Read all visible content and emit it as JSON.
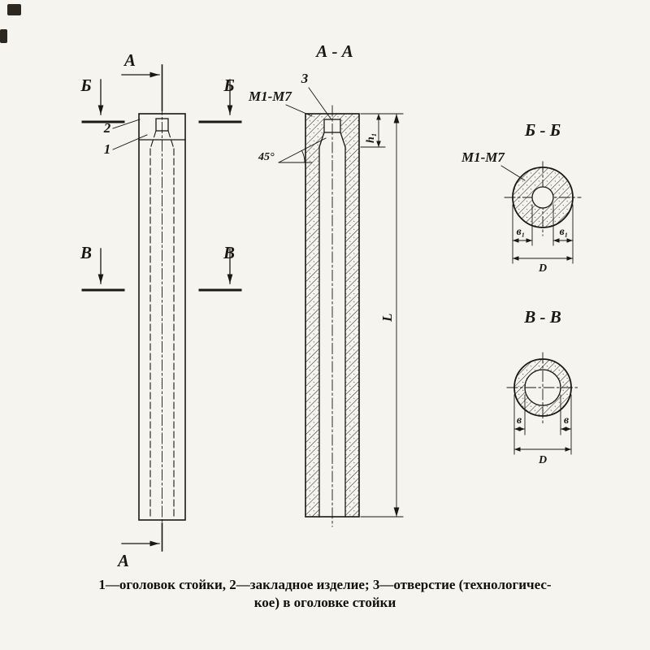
{
  "page": {
    "paper_color": "#f5f4ee",
    "ink_color": "#1b1813"
  },
  "front_view": {
    "cut_a_top": "А",
    "cut_a_bottom": "А",
    "cut_b_left": "Б",
    "cut_b_right": "Б",
    "cut_v_left": "В",
    "cut_v_right": "В",
    "part_2": "2",
    "part_1": "1"
  },
  "section_aa": {
    "title": "А - А",
    "part_3": "3",
    "embed_label": "М1-М7",
    "angle": "45°",
    "dim_h1": "h₁",
    "dim_L": "L"
  },
  "section_bb": {
    "title": "Б - Б",
    "embed_label": "М1-М7",
    "dim_b1_left": "в₁",
    "dim_b1_right": "в₁",
    "dim_D": "D"
  },
  "section_vv": {
    "title": "В - В",
    "dim_b_left": "в",
    "dim_b_right": "в",
    "dim_D": "D"
  },
  "caption": {
    "line1": "1—оголовок стойки, 2—закладное изделие; 3—отверстие (технологичес-",
    "line2": "кое) в оголовке стойки"
  }
}
